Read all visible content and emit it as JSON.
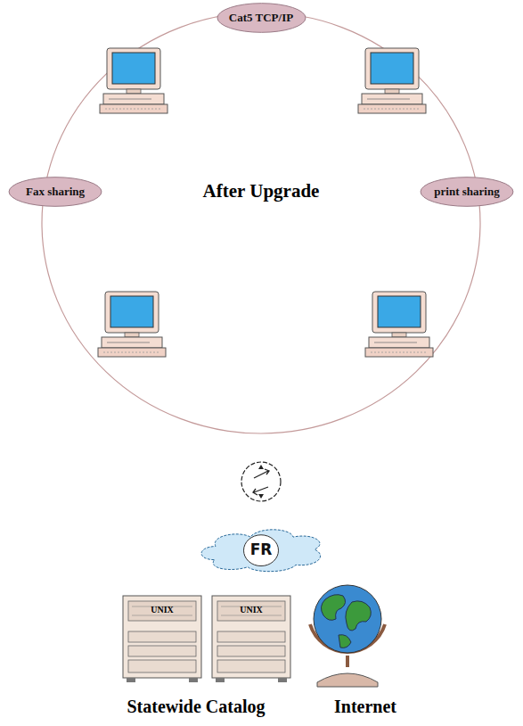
{
  "diagram": {
    "nodes": [
      {
        "text": [
          "Cat5 TCP/IP"
        ]
      },
      {
        "text": [
          "Fax sharing"
        ]
      },
      {
        "text": [
          "print sharing"
        ]
      },
      {
        "text": [
          "FR"
        ]
      }
    ],
    "labels": [
      "After Upgrade",
      "UNIX",
      "UNIX",
      "Statewide Catalog",
      "Internet"
    ]
  }
}
